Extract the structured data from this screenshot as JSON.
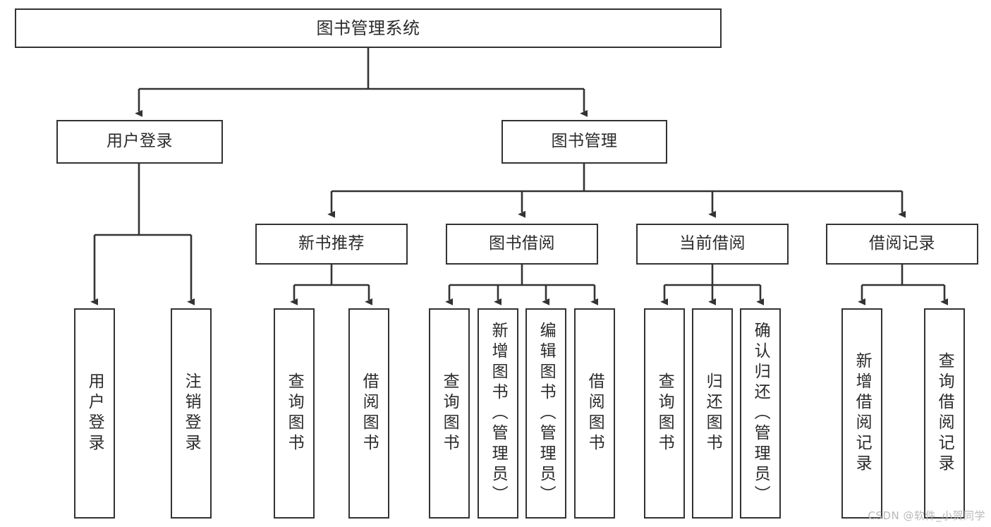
{
  "diagram": {
    "title": "图书管理系统",
    "type": "tree",
    "watermark": "CSDN @软件_小贺同学",
    "colors": {
      "box_border": "#333333",
      "box_fill": "#ffffff",
      "edge": "#333333",
      "text": "#2b2b2b",
      "watermark": "#b9b9b9",
      "background": "#ffffff"
    },
    "nodes": {
      "root": {
        "label": "图书管理系统",
        "orientation": "horizontal"
      },
      "user_login": {
        "label": "用户登录",
        "orientation": "horizontal"
      },
      "book_manage": {
        "label": "图书管理",
        "orientation": "horizontal"
      },
      "new_book_rec": {
        "label": "新书推荐",
        "orientation": "horizontal"
      },
      "book_borrow": {
        "label": "图书借阅",
        "orientation": "horizontal"
      },
      "current_borrow": {
        "label": "当前借阅",
        "orientation": "horizontal"
      },
      "borrow_record": {
        "label": "借阅记录",
        "orientation": "horizontal"
      },
      "leaf_user_login": {
        "label": "用户登录",
        "orientation": "vertical"
      },
      "leaf_logout": {
        "label": "注销登录",
        "orientation": "vertical"
      },
      "leaf_rec_query": {
        "label": "查询图书",
        "orientation": "vertical"
      },
      "leaf_rec_borrow": {
        "label": "借阅图书",
        "orientation": "vertical"
      },
      "leaf_borrow_query": {
        "label": "查询图书",
        "orientation": "vertical"
      },
      "leaf_add_book": {
        "label": "新增图书（管理员）",
        "orientation": "vertical"
      },
      "leaf_edit_book": {
        "label": "编辑图书（管理员）",
        "orientation": "vertical"
      },
      "leaf_borrow_book": {
        "label": "借阅图书",
        "orientation": "vertical"
      },
      "leaf_cur_query": {
        "label": "查询图书",
        "orientation": "vertical"
      },
      "leaf_return_book": {
        "label": "归还图书",
        "orientation": "vertical"
      },
      "leaf_confirm_return": {
        "label": "确认归还（管理员）",
        "orientation": "vertical"
      },
      "leaf_add_record": {
        "label": "新增借阅记录",
        "orientation": "vertical"
      },
      "leaf_query_record": {
        "label": "查询借阅记录",
        "orientation": "vertical"
      }
    }
  }
}
